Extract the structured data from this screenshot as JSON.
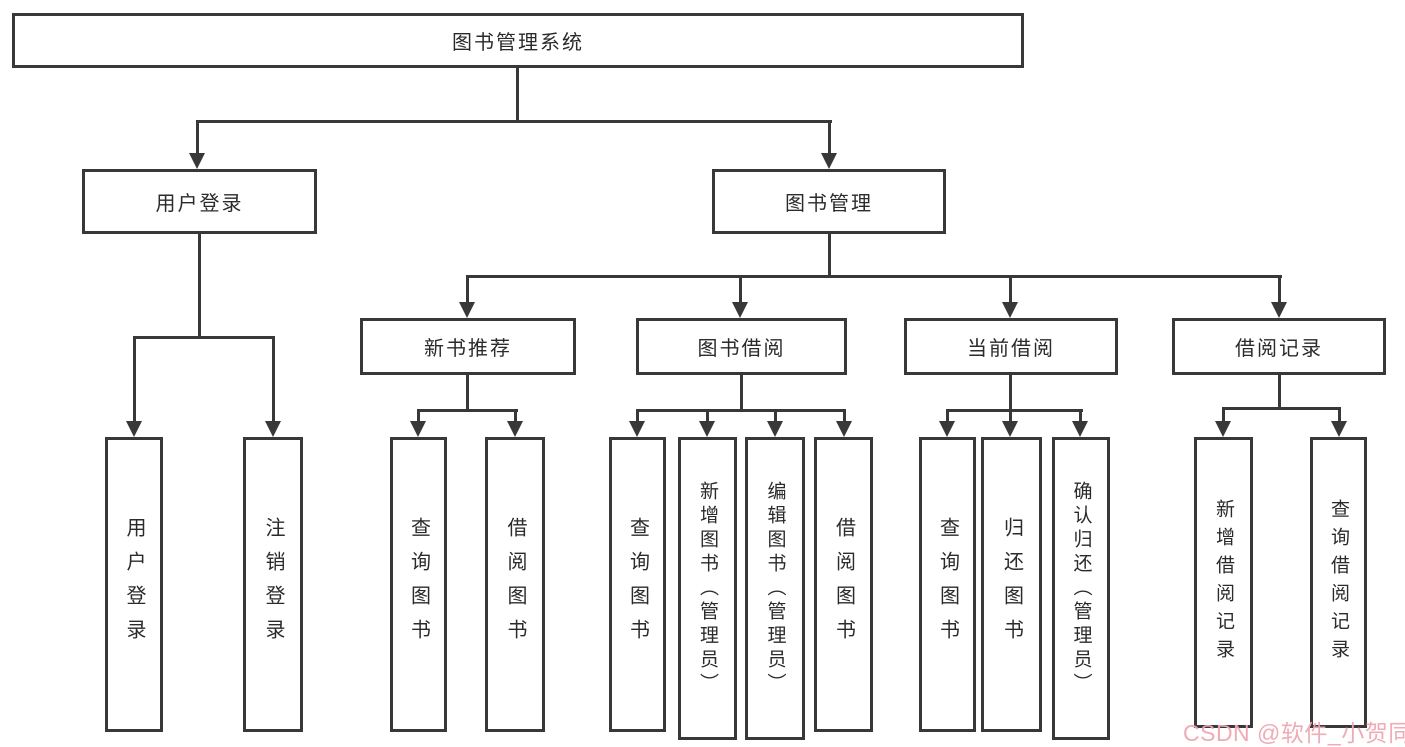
{
  "tree": {
    "root": "图书管理系统",
    "l2": [
      "用户登录",
      "图书管理"
    ],
    "l3": [
      "新书推荐",
      "图书借阅",
      "当前借阅",
      "借阅记录"
    ],
    "leaves": {
      "g1": [
        "用户登录",
        "注销登录"
      ],
      "g2": [
        "查询图书",
        "借阅图书"
      ],
      "g3": [
        "查询图书",
        "新增图书（管理员）",
        "编辑图书（管理员）",
        "借阅图书"
      ],
      "g4": [
        "查询图书",
        "归还图书",
        "确认归还（管理员）"
      ],
      "g5": [
        "新增借阅记录",
        "查询借阅记录"
      ]
    }
  },
  "watermark": "CSDN @软件_小贺同学",
  "colors": {
    "line": "#383838",
    "text": "#2b2b2b",
    "watermark": "#eea7b2",
    "background": "#ffffff"
  }
}
